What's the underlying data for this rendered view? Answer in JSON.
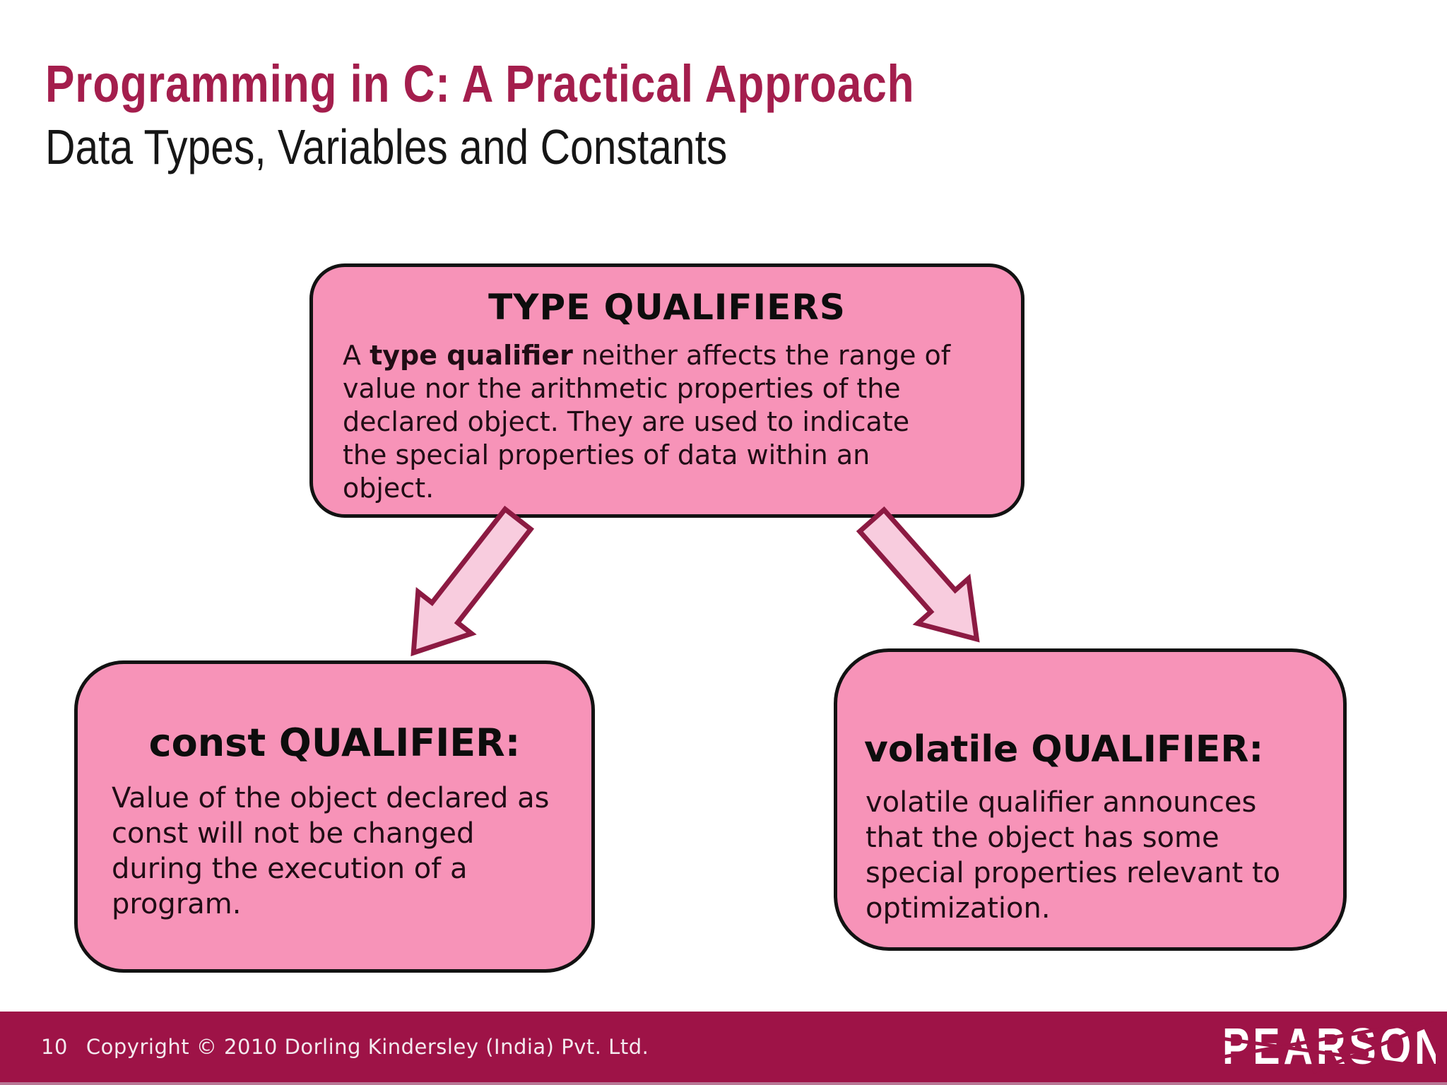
{
  "slide": {
    "title": "Programming in C: A Practical Approach",
    "subtitle": "Data Types, Variables and Constants"
  },
  "diagram": {
    "type_qualifiers": {
      "heading": "TYPE QUALIFIERS",
      "body_line1_prefix": "A ",
      "body_line1_bold": "type qualifier",
      "body_line1_rest": " neither affects the range of",
      "body_lines": [
        "value nor the arithmetic properties of the",
        "declared object. They are used to indicate",
        "the special properties of data within an",
        "object."
      ]
    },
    "const_qualifier": {
      "heading": "const QUALIFIER:",
      "body_lines": [
        "Value of the object declared as",
        "const will not be changed",
        "during the execution of a",
        "program."
      ]
    },
    "volatile_qualifier": {
      "heading": "volatile QUALIFIER:",
      "body_lines": [
        "volatile qualifier announces",
        "that the object has some",
        "special properties relevant to",
        "optimization."
      ]
    }
  },
  "footer": {
    "page_number": "10",
    "copyright": "Copyright © 2010 Dorling Kindersley (India) Pvt. Ltd.",
    "brand": "PEARSON"
  },
  "colors": {
    "title": "#A41E4D",
    "subtitle": "#161616",
    "box_fill": "#F793B8",
    "box_border": "#121212",
    "heading_text": "#0D0D0D",
    "box_text": "#200D15",
    "arrow_fill": "#F8CCDE",
    "arrow_stroke": "#8C1A42",
    "footer_bg": "#9E1347",
    "footer_text": "#F3E9EE",
    "footer_accent": "#B87795"
  }
}
